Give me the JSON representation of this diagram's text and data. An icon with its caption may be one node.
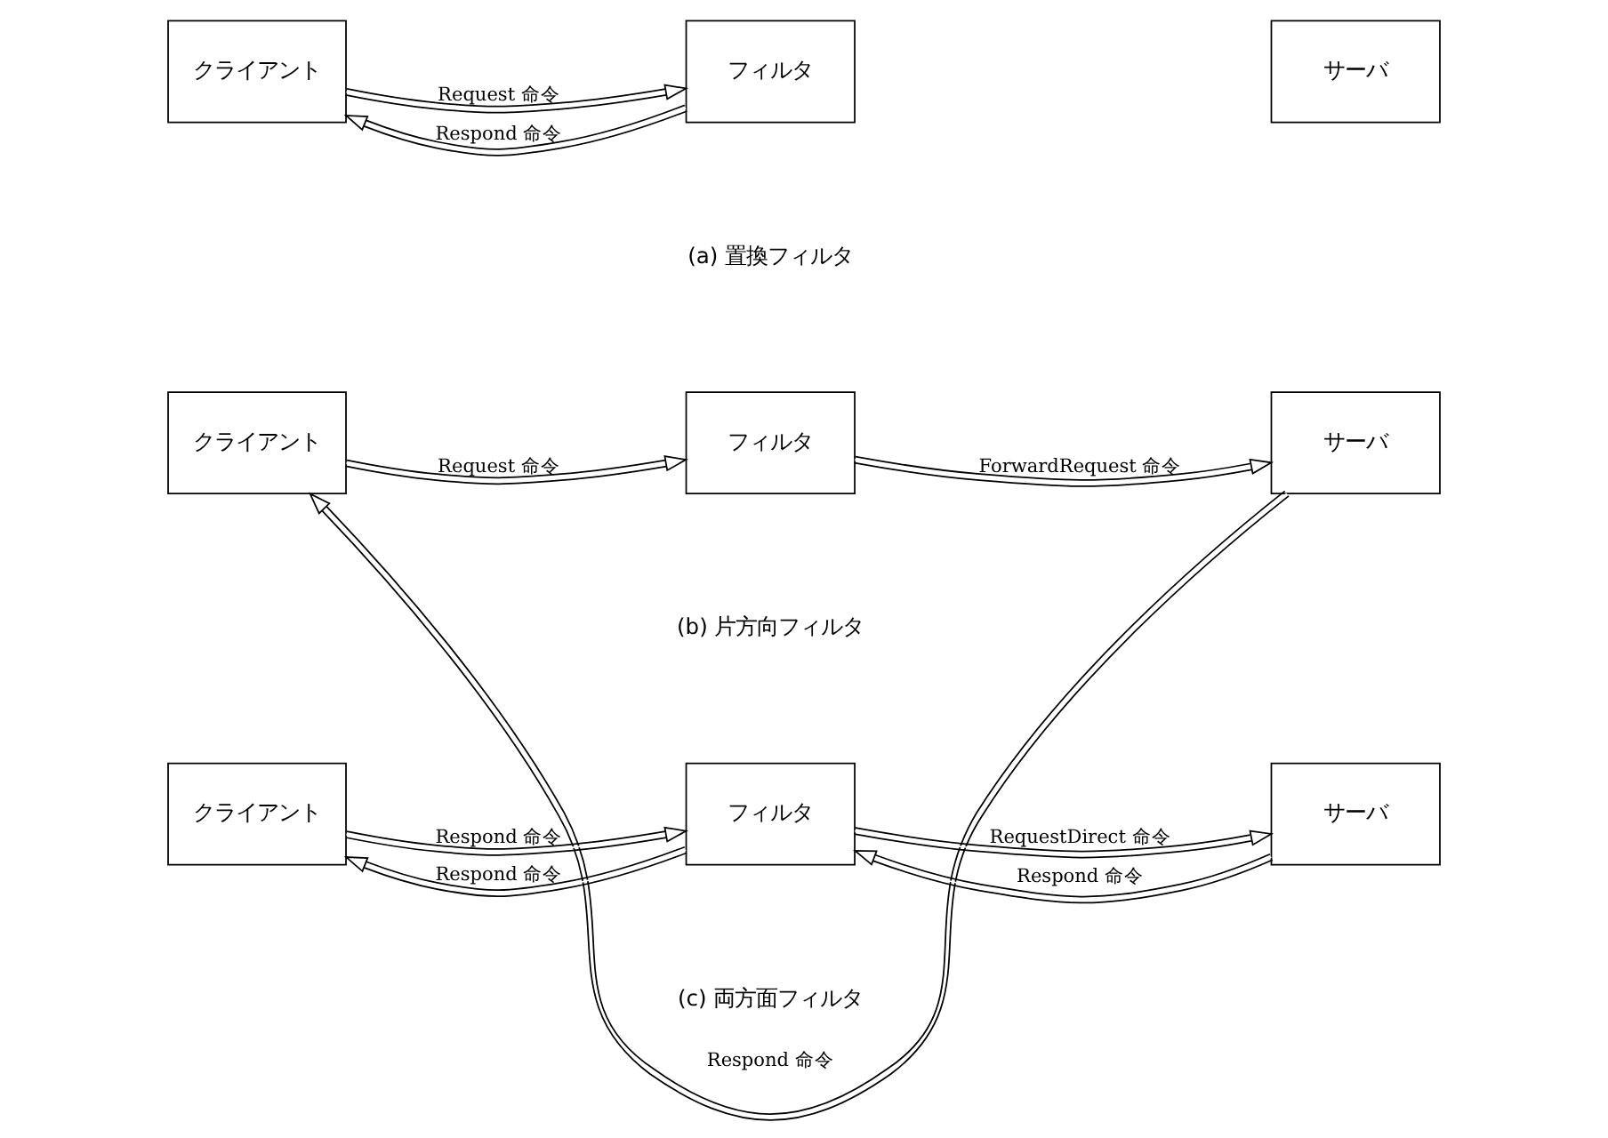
{
  "diagram": {
    "nodes": [
      {
        "text": [
          "クライアント"
        ]
      },
      {
        "text": [
          "フィルタ"
        ]
      },
      {
        "text": [
          "サーバ"
        ]
      },
      {
        "text": [
          "クライアント"
        ]
      },
      {
        "text": [
          "フィルタ"
        ]
      },
      {
        "text": [
          "サーバ"
        ]
      },
      {
        "text": [
          "クライアント"
        ]
      },
      {
        "text": [
          "フィルタ"
        ]
      },
      {
        "text": [
          "サーバ"
        ]
      }
    ],
    "edges": [
      {
        "from": 0,
        "to": 1,
        "arrow": "to",
        "label": "Request 命令"
      },
      {
        "from": 1,
        "to": 0,
        "arrow": "to",
        "label": "Respond 命令"
      },
      {
        "from": 3,
        "to": 4,
        "arrow": "to",
        "label": "Request 命令"
      },
      {
        "from": 4,
        "to": 5,
        "arrow": "to",
        "label": "ForwardRequest 命令"
      },
      {
        "from": 5,
        "to": 3,
        "arrow": "to",
        "label": "Respond 命令"
      },
      {
        "from": 6,
        "to": 7,
        "arrow": "to",
        "label": "Respond 命令"
      },
      {
        "from": 7,
        "to": 6,
        "arrow": "to",
        "label": "Respond 命令"
      },
      {
        "from": 7,
        "to": 8,
        "arrow": "to",
        "label": "RequestDirect 命令"
      },
      {
        "from": 8,
        "to": 7,
        "arrow": "to",
        "label": "Respond 命令"
      }
    ],
    "labels": [
      "(a) 置換フィルタ",
      "(b) 片方向フィルタ",
      "(c) 両方面フィルタ"
    ]
  }
}
